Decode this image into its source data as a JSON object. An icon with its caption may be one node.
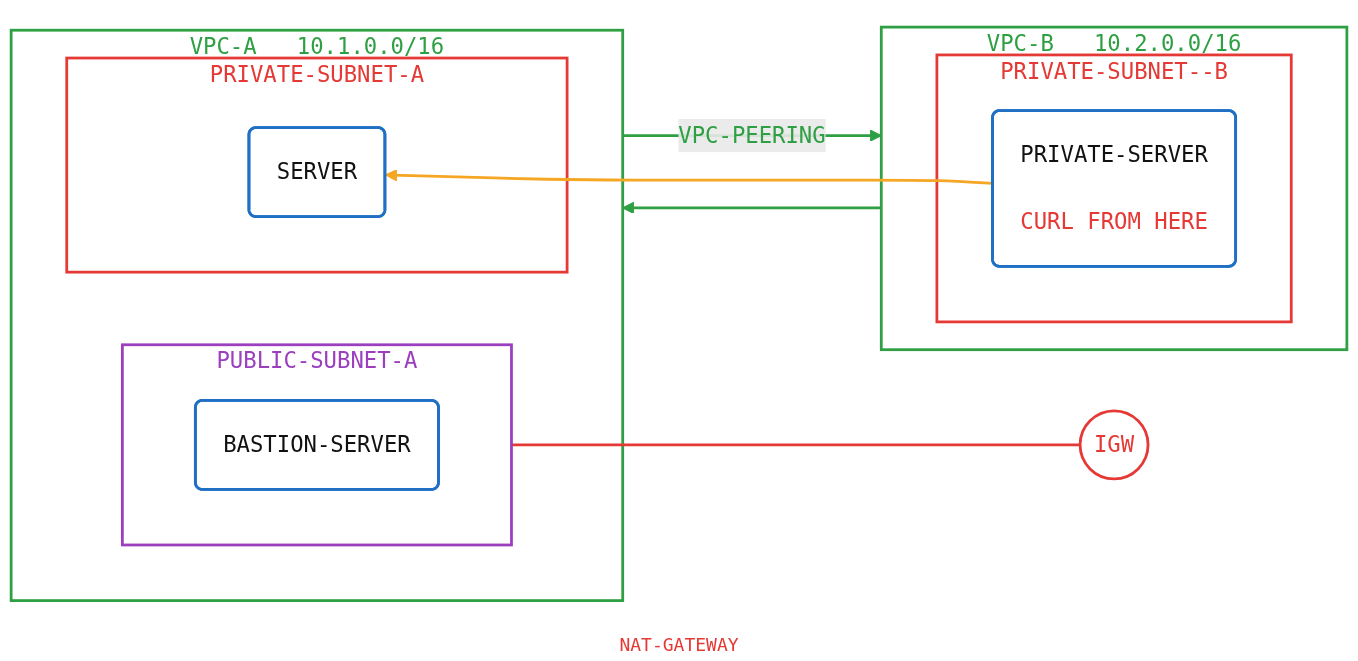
{
  "diagram": {
    "nodes": [
      {
        "text": [
          "VPC-A",
          "10.1.0.0/16"
        ]
      },
      {
        "text": [
          "PUBLIC-SUBNET-A"
        ],
        "in": 0
      },
      {
        "text": [
          "BASTION-SERVER"
        ],
        "in": 1
      },
      {
        "text": [
          "PRIVATE-SUBNET-A"
        ],
        "in": 0
      },
      {
        "text": [
          "SERVER"
        ],
        "in": 3
      },
      {
        "text": [
          "IGW"
        ]
      },
      {
        "text": [
          "VPC-B",
          "10.2.0.0/16"
        ]
      },
      {
        "text": [
          "PRIVATE-SUBNET--B"
        ],
        "in": 6
      },
      {
        "text": [
          "PRIVATE-SERVER",
          "CURL FROM HERE"
        ],
        "in": 7
      }
    ],
    "edges": [
      {
        "from": 1,
        "to": 5,
        "arrow": "none",
        "color": "#e53935"
      },
      {
        "from": 0,
        "to": 6,
        "arrow": "to",
        "label": "VPC-PEERING"
      },
      {
        "from": 6,
        "to": 0,
        "arrow": "to"
      },
      {
        "from": 8,
        "to": 4,
        "arrow": "to",
        "color": "#f5a623"
      }
    ],
    "labels": [
      "NAT-GATEWAY"
    ]
  }
}
